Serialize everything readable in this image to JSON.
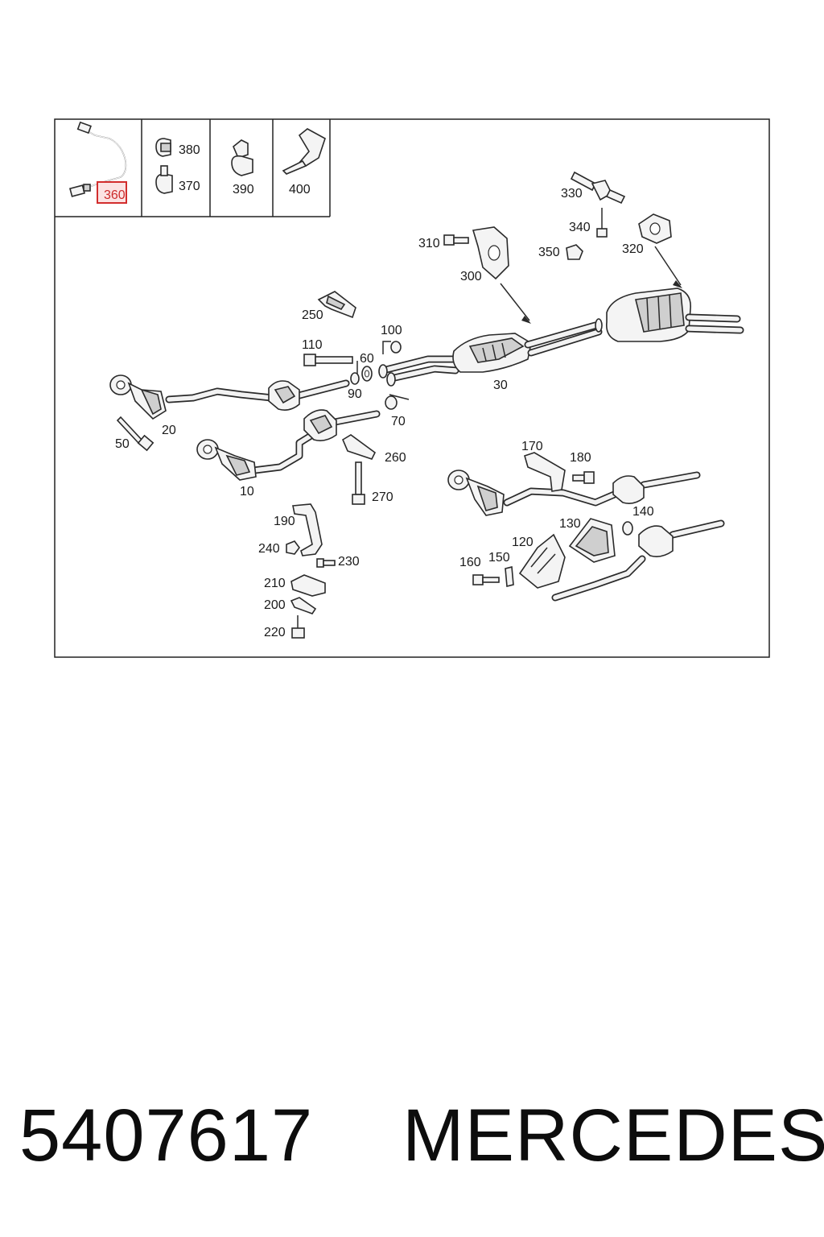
{
  "labels": {
    "p10": "10",
    "p20": "20",
    "p30": "30",
    "p50": "50",
    "p60": "60",
    "p70": "70",
    "p90": "90",
    "p100": "100",
    "p110": "110",
    "p120": "120",
    "p130": "130",
    "p140": "140",
    "p150": "150",
    "p160": "160",
    "p170": "170",
    "p180": "180",
    "p190": "190",
    "p200": "200",
    "p210": "210",
    "p220": "220",
    "p230": "230",
    "p240": "240",
    "p250": "250",
    "p260": "260",
    "p270": "270",
    "p300": "300",
    "p310": "310",
    "p320": "320",
    "p330": "330",
    "p340": "340",
    "p350": "350",
    "p360": "360",
    "p370": "370",
    "p380": "380",
    "p390": "390",
    "p400": "400"
  },
  "highlight": {
    "label": "360",
    "color": "#cc2b2b"
  },
  "footer": {
    "part_number": "5407617",
    "brand": "MERCEDES"
  }
}
